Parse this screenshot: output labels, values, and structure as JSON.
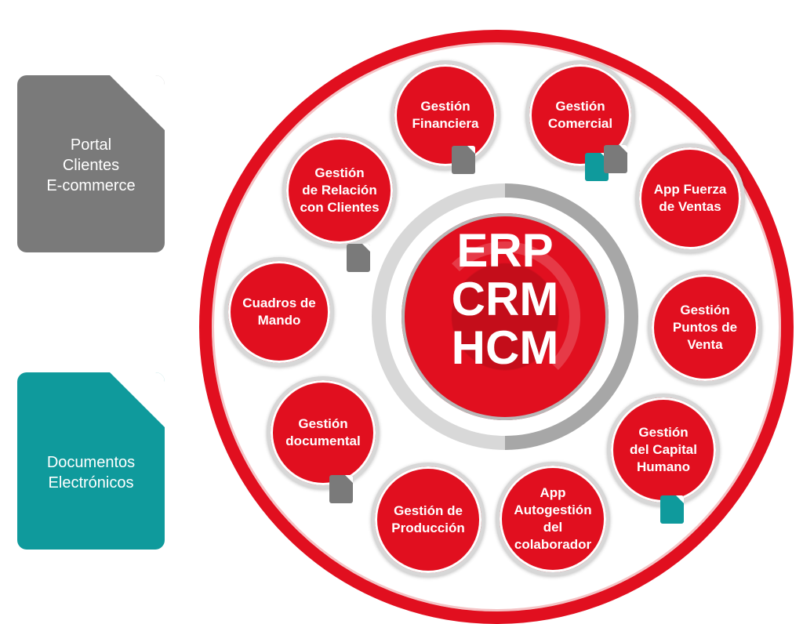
{
  "side_cards": {
    "portal": {
      "label": "Portal\nClientes\nE-commerce",
      "color": "#7a7a7a"
    },
    "documents": {
      "label": "Documentos\nElectrónicos",
      "color": "#0f9a9c"
    }
  },
  "center": {
    "label": "ERP\nCRM\nHCM"
  },
  "modules": [
    {
      "label": "Gestión\nFinanciera"
    },
    {
      "label": "Gestión\nComercial"
    },
    {
      "label": "App Fuerza\nde Ventas"
    },
    {
      "label": "Gestión\nPuntos de\nVenta"
    },
    {
      "label": "Gestión\ndel Capital\nHumano"
    },
    {
      "label": "App\nAutogestión\ndel\ncolaborador"
    },
    {
      "label": "Gestión de\nProducción"
    },
    {
      "label": "Gestión\ndocumental"
    },
    {
      "label": "Cuadros de\nMando"
    },
    {
      "label": "Gestión\nde Relación\ncon Clientes"
    }
  ],
  "colors": {
    "accent_red": "#e10f1f",
    "doc_gray": "#7a7a7a",
    "doc_teal": "#0f9a9c"
  },
  "icons": {
    "document": "document-icon"
  }
}
